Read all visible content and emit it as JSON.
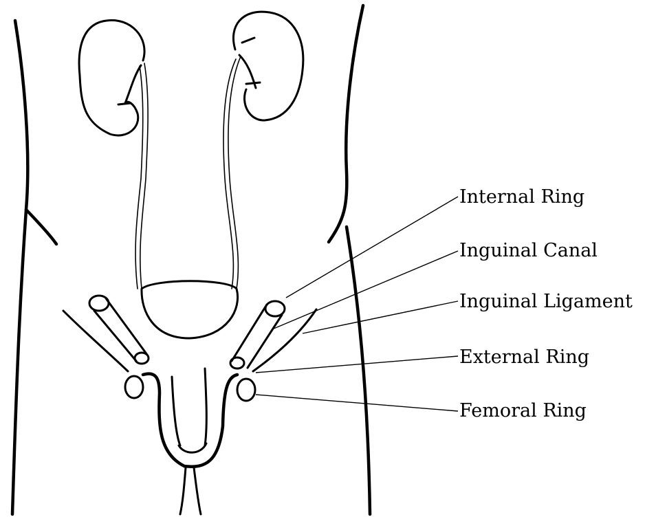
{
  "labels": {
    "internal_ring": "Internal Ring",
    "inguinal_canal": "Inguinal Canal",
    "inguinal_ligament": "Inguinal Ligament",
    "external_ring": "External Ring",
    "femoral_ring": "Femoral Ring"
  },
  "colors": {
    "ink": "#000000",
    "background": "#ffffff"
  }
}
